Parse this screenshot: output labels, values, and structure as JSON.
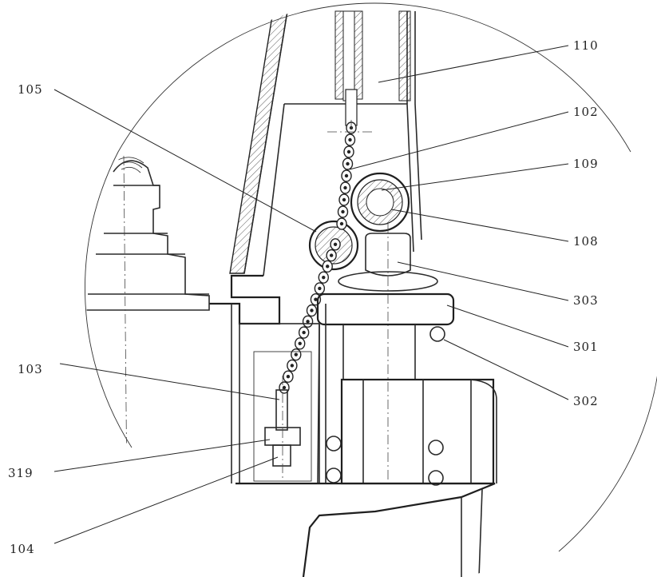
{
  "labels": {
    "l110": "110",
    "l105": "105",
    "l102": "102",
    "l109": "109",
    "l108": "108",
    "l303": "303",
    "l103": "103",
    "l301": "301",
    "l302": "302",
    "l319": "319",
    "l104": "104"
  },
  "colors": {
    "line": "#2a2a2a",
    "background": "#ffffff"
  }
}
